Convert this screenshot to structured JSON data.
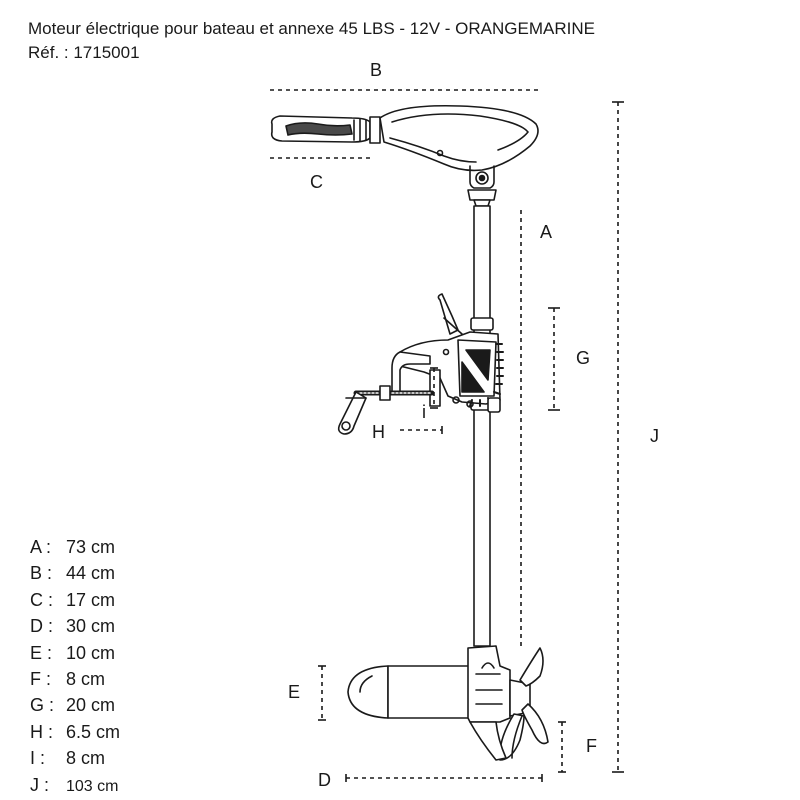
{
  "header": {
    "title": "Moteur électrique pour bateau et annexe 45 LBS - 12V - ORANGEMARINE",
    "reference": "Réf. : 1715001"
  },
  "dimension_labels": {
    "A": "A",
    "B": "B",
    "C": "C",
    "D": "D",
    "E": "E",
    "F": "F",
    "G": "G",
    "H": "H",
    "I": "i",
    "J": "J"
  },
  "specs": [
    {
      "key": "A :",
      "value": "73 cm"
    },
    {
      "key": "B :",
      "value": "44 cm"
    },
    {
      "key": "C :",
      "value": "17 cm"
    },
    {
      "key": "D :",
      "value": "30 cm"
    },
    {
      "key": "E :",
      "value": "10 cm"
    },
    {
      "key": "F :",
      "value": "8 cm"
    },
    {
      "key": "G :",
      "value": "20 cm"
    },
    {
      "key": "H :",
      "value": "6.5 cm"
    },
    {
      "key": "I :",
      "value": "8 cm"
    },
    {
      "key": "J :",
      "value": "103 cm"
    }
  ],
  "colors": {
    "line": "#1a1a1a",
    "handle_grip": "#4a4a4a"
  }
}
